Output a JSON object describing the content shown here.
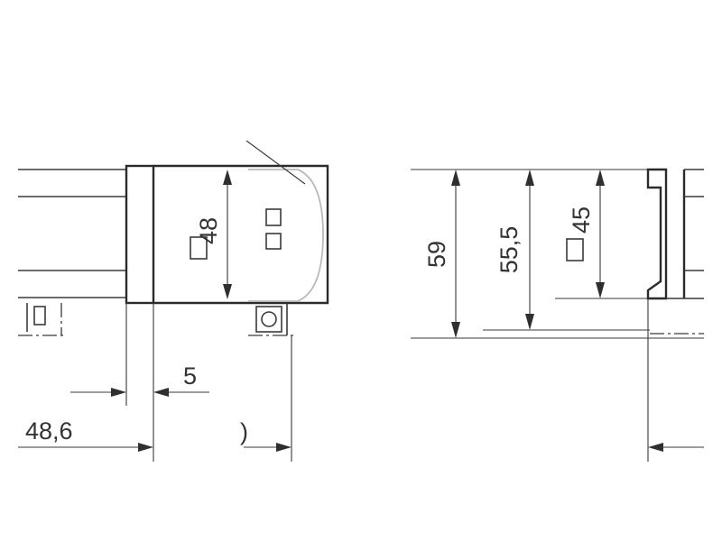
{
  "dimensions": {
    "length_48_6": "48,6",
    "width_5": "5",
    "partial_0": ")",
    "square_48": "48",
    "height_59": "59",
    "height_55_5": "55,5",
    "square_45": "45"
  },
  "symbols": {
    "square": "□"
  }
}
